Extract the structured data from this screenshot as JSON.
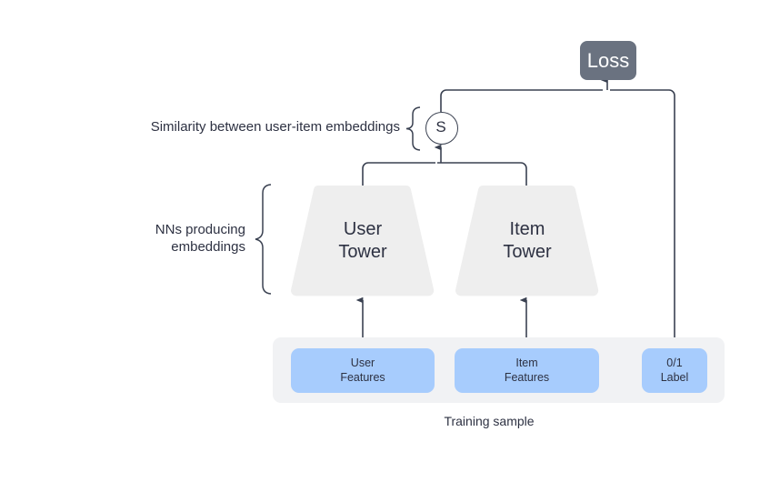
{
  "diagram": {
    "title_nodes": {
      "loss": "Loss",
      "similarity_node": "S"
    },
    "annotations": {
      "similarity": "Similarity between user-item embeddings",
      "nn_producing": "NNs producing\nembeddings",
      "training_sample": "Training sample"
    },
    "towers": [
      {
        "id": "user-tower",
        "label": "User\nTower"
      },
      {
        "id": "item-tower",
        "label": "Item\nTower"
      }
    ],
    "features": [
      {
        "id": "user-features",
        "label": "User\nFeatures"
      },
      {
        "id": "item-features",
        "label": "Item\nFeatures"
      },
      {
        "id": "label",
        "label": "0/1\nLabel"
      }
    ],
    "colors": {
      "loss_box_fill": "#6a7280",
      "loss_box_text": "#ffffff",
      "tower_fill": "#eeeeee",
      "feature_fill": "#a7ccfd",
      "sample_container_fill": "#f1f2f4",
      "stroke": "#3a4151",
      "text": "#2d3142",
      "background": "#ffffff"
    }
  }
}
